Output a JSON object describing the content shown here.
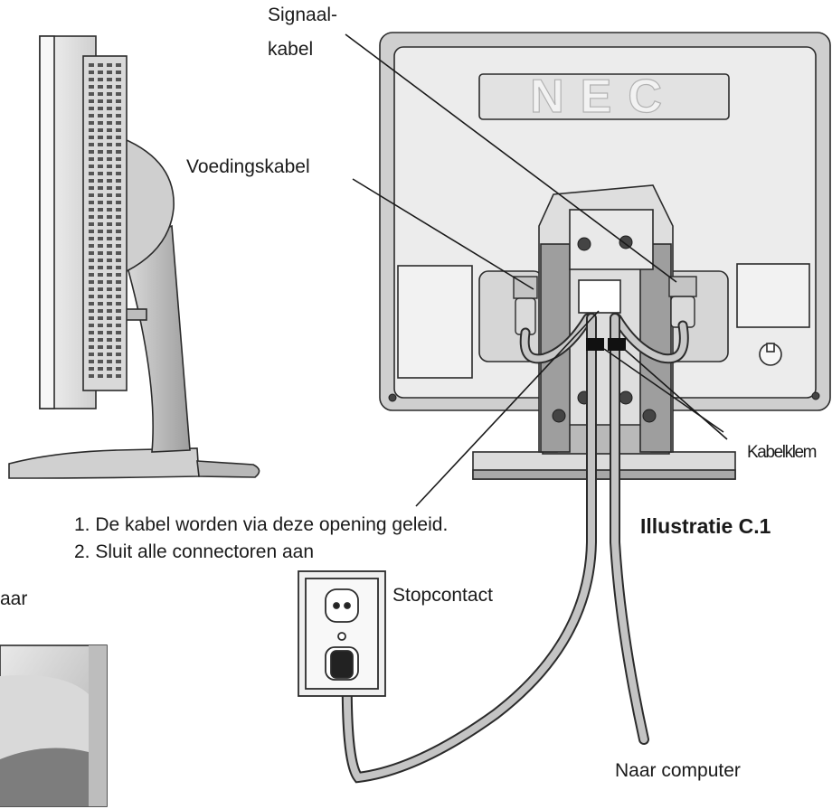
{
  "labels": {
    "signal_cable_line1": "Signaal-",
    "signal_cable_line2": "kabel",
    "power_cable": "Voedingskabel",
    "cable_clamp": "Kabelklem",
    "outlet": "Stopcontact",
    "to_computer": "Naar computer",
    "figure_title": "Illustratie C.1",
    "cut_off_fragment": "aar"
  },
  "brand_text": "NEC",
  "steps": [
    "1. De kabel worden via deze opening geleid.",
    "2. Sluit alle connectoren aan"
  ],
  "colors": {
    "outline": "#2b2b2b",
    "monitor_light": "#ececec",
    "monitor_mid": "#d4d4d4",
    "monitor_dark": "#a9a9a9",
    "cable": "#bdbdbd",
    "clamp": "#111111"
  }
}
